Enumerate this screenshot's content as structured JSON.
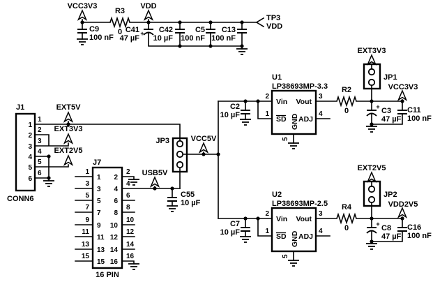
{
  "top_rail": {
    "vcc3v3": "VCC3V3",
    "vdd": "VDD",
    "r3": {
      "ref": "R3",
      "value": "0"
    },
    "c9": {
      "ref": "C9",
      "value": "100 nF"
    },
    "c41": {
      "ref": "C41",
      "value": "47 µF",
      "polarity": "+"
    },
    "c42": {
      "ref": "C42",
      "value": "10 µF"
    },
    "c5": {
      "ref": "C5",
      "value": "100 nF"
    },
    "c13": {
      "ref": "C13",
      "value": "100 nF"
    },
    "tp3": {
      "ref": "TP3",
      "net": "VDD"
    }
  },
  "j1": {
    "ref": "J1",
    "type": "CONN6",
    "pins": [
      "1",
      "2",
      "3",
      "4",
      "5",
      "6"
    ],
    "nets": {
      "ext5v": "EXT5V",
      "ext3v3": "EXT3V3",
      "ext2v5": "EXT2V5"
    }
  },
  "j7": {
    "ref": "J7",
    "type": "16 PIN",
    "odd_pins": [
      "1",
      "3",
      "5",
      "7",
      "9",
      "11",
      "13",
      "15"
    ],
    "even_pins": [
      "2",
      "4",
      "6",
      "8",
      "10",
      "12",
      "14",
      "16"
    ]
  },
  "power_select": {
    "jp3": "JP3",
    "vcc5v": "VCC5V",
    "usb5v": "USB5V",
    "c55": {
      "ref": "C55",
      "value": "10 µF"
    }
  },
  "reg_3v3": {
    "u1": {
      "ref": "U1",
      "part": "LP38693MP-3.3",
      "pin_vin": "Vin",
      "pin_vout": "Vout",
      "pin_sd": "SD",
      "pin_adj": "ADJ",
      "pin_gnd": "GND",
      "num_vin": "2",
      "num_sd": "1",
      "num_vout": "3",
      "num_adj": "4",
      "num_gnd": "5"
    },
    "c2": {
      "ref": "C2",
      "value": "10 µF"
    },
    "r2": {
      "ref": "R2",
      "value": "0"
    },
    "jp1": "JP1",
    "ext3v3": "EXT3V3",
    "vcc3v3": "VCC3V3",
    "c3": {
      "ref": "C3",
      "value": "47 µF",
      "polarity": "+"
    },
    "c11": {
      "ref": "C11",
      "value": "100 nF"
    }
  },
  "reg_2v5": {
    "u2": {
      "ref": "U2",
      "part": "LP38693MP-2.5",
      "pin_vin": "Vin",
      "pin_vout": "Vout",
      "pin_sd": "SD",
      "pin_adj": "ADJ",
      "pin_gnd": "GND",
      "num_vin": "2",
      "num_sd": "1",
      "num_vout": "3",
      "num_adj": "4",
      "num_gnd": "5"
    },
    "c7": {
      "ref": "C7",
      "value": "10 µF"
    },
    "r4": {
      "ref": "R4",
      "value": "0"
    },
    "jp2": "JP2",
    "ext2v5": "EXT2V5",
    "vdd2v5": "VDD2V5",
    "c8": {
      "ref": "C8",
      "value": "47 µF",
      "polarity": "+"
    },
    "c16": {
      "ref": "C16",
      "value": "100 nF"
    }
  }
}
